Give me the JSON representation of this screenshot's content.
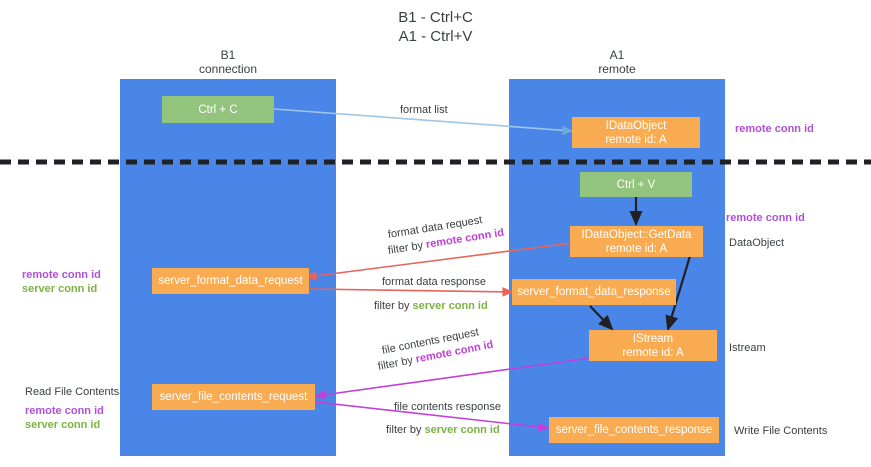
{
  "title": {
    "line1": "B1 - Ctrl+C",
    "line2": "A1 - Ctrl+V"
  },
  "columns": [
    {
      "name": "B1",
      "sub": "connection"
    },
    {
      "name": "A1",
      "sub": "remote"
    }
  ],
  "nodes": {
    "ctrl_c": {
      "line1": "Ctrl + C"
    },
    "data_object": {
      "line1": "IDataObject",
      "line2": "remote id: A"
    },
    "ctrl_v": {
      "line1": "Ctrl + V"
    },
    "get_data": {
      "line1": "IDataObject::GetData",
      "line2": "remote id: A"
    },
    "format_request": {
      "line1": "server_format_data_request"
    },
    "format_response": {
      "line1": "server_format_data_response"
    },
    "istream": {
      "line1": "IStream",
      "line2": "remote id: A"
    },
    "file_request": {
      "line1": "server_file_contents_request"
    },
    "file_response": {
      "line1": "server_file_contents_response"
    }
  },
  "edge_labels": {
    "format_list": "format list",
    "format_data_request": "format data request",
    "format_data_request_filter_pre": "filter by ",
    "format_data_request_filter_key": "remote conn id",
    "format_data_response": "format data response",
    "format_data_response_filter_pre": "filter by ",
    "format_data_response_filter_key": "server conn id",
    "file_contents_request": "file contents request",
    "file_contents_request_filter_pre": "filter by ",
    "file_contents_request_filter_key": "remote conn id",
    "file_contents_response": "file contents response",
    "file_contents_response_filter_pre": "filter by ",
    "file_contents_response_filter_key": "server conn id"
  },
  "annotations": {
    "right_remote_conn_id_top": "remote conn id",
    "right_remote_conn_id_mid": "remote conn id",
    "right_data_object": "DataObject",
    "right_istream": "Istream",
    "right_write_file_contents": "Write File Contents",
    "left_remote_conn_id_mid": "remote conn id",
    "left_server_conn_id_mid": "server conn id",
    "left_read_file_contents": "Read File Contents",
    "left_remote_conn_id_bottom": "remote conn id",
    "left_server_conn_id_bottom": "server conn id"
  },
  "colors": {
    "lane": "#4a86e8",
    "green_node": "#93c47d",
    "orange_node": "#f9ab52",
    "purple": "#b14fd8",
    "green_text": "#7cb342",
    "red_arrow": "#e8645a",
    "blue_arrow": "#9fc5e8",
    "magenta_arrow": "#c13fd8",
    "divider": "#202124"
  }
}
